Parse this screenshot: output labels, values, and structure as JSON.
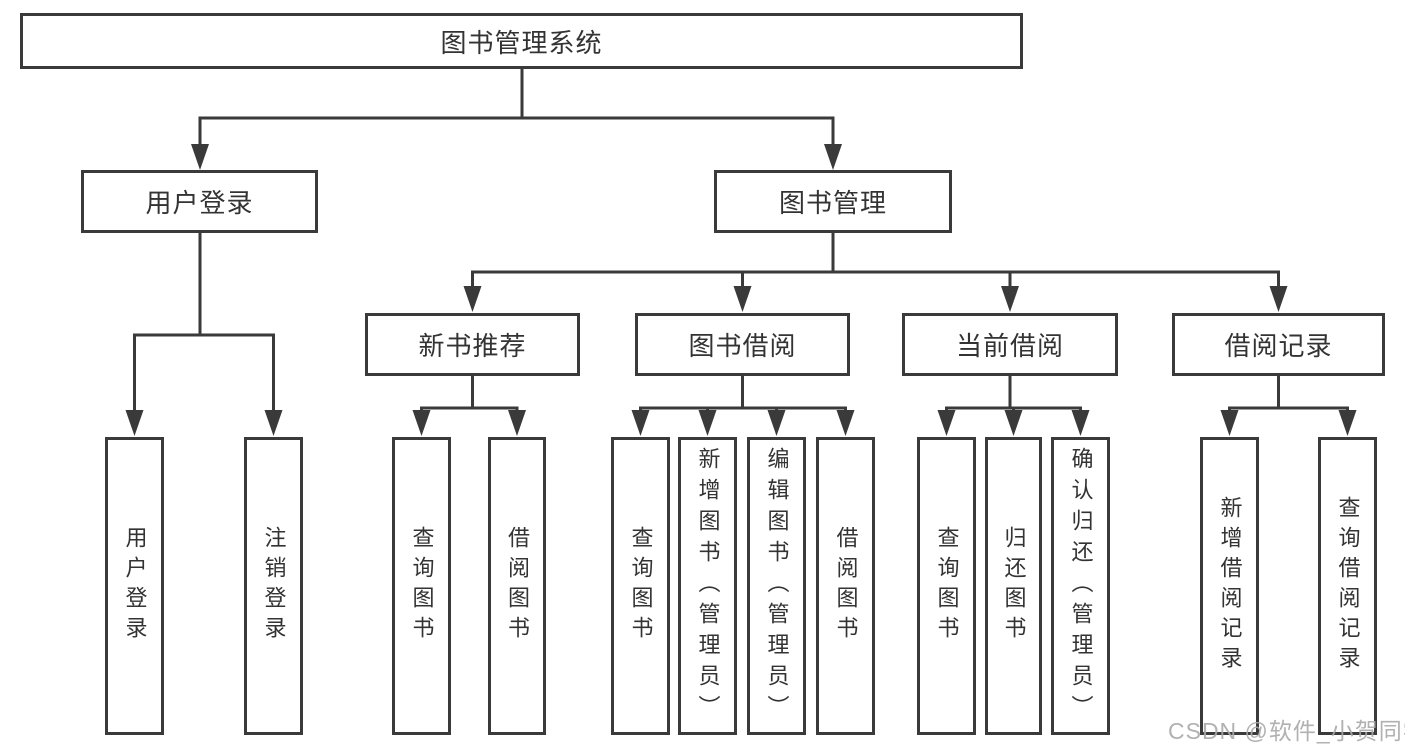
{
  "diagram": {
    "title": "图书管理系统",
    "root": {
      "label": "图书管理系统"
    },
    "level2": [
      {
        "label": "用户登录"
      },
      {
        "label": "图书管理"
      }
    ],
    "level3": [
      {
        "label": "新书推荐"
      },
      {
        "label": "图书借阅"
      },
      {
        "label": "当前借阅"
      },
      {
        "label": "借阅记录"
      }
    ],
    "leaves": [
      {
        "label": "用户登录",
        "parent": "用户登录"
      },
      {
        "label": "注销登录",
        "parent": "用户登录"
      },
      {
        "label": "查询图书",
        "parent": "新书推荐"
      },
      {
        "label": "借阅图书",
        "parent": "新书推荐"
      },
      {
        "label": "查询图书",
        "parent": "图书借阅"
      },
      {
        "label": "新增图书（管理员）",
        "parent": "图书借阅"
      },
      {
        "label": "编辑图书（管理员）",
        "parent": "图书借阅"
      },
      {
        "label": "借阅图书",
        "parent": "图书借阅"
      },
      {
        "label": "查询图书",
        "parent": "当前借阅"
      },
      {
        "label": "归还图书",
        "parent": "当前借阅"
      },
      {
        "label": "确认归还（管理员）",
        "parent": "当前借阅"
      },
      {
        "label": "新增借阅记录",
        "parent": "借阅记录"
      },
      {
        "label": "查询借阅记录",
        "parent": "借阅记录"
      }
    ]
  },
  "watermark": {
    "text": "CSDN @软件_小贺同学"
  },
  "colors": {
    "line": "#3a3a3a",
    "box_border": "#3a3a3a",
    "text": "#333333",
    "background": "#ffffff",
    "watermark": "#a8a8aa"
  }
}
